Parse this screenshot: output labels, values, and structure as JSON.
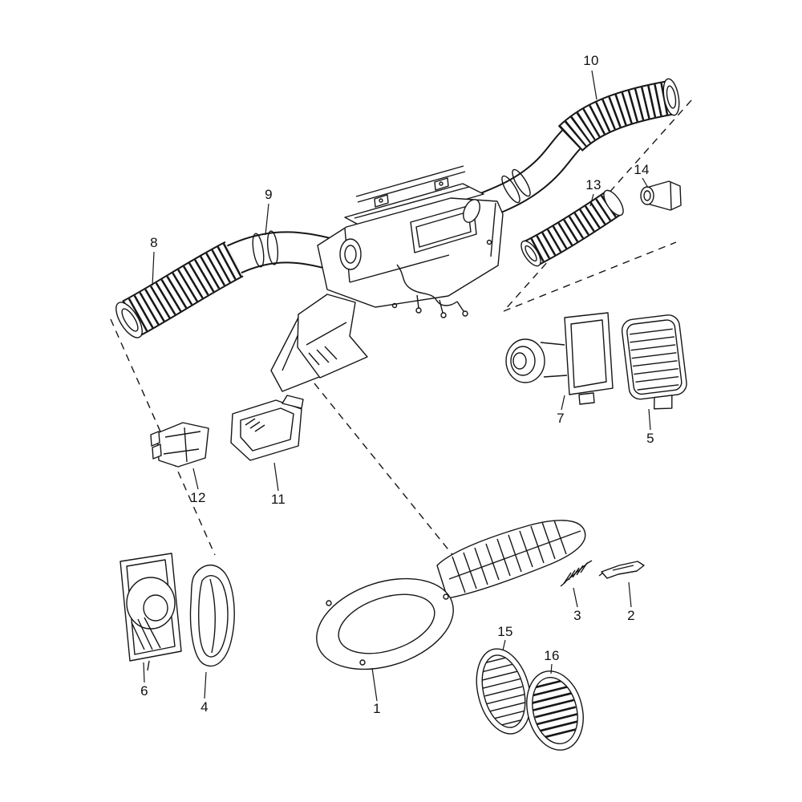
{
  "diagram": {
    "kind": "exploded-parts-diagram",
    "background_color": "#ffffff",
    "line_color": "#161616"
  },
  "parts": [
    {
      "num": "1"
    },
    {
      "num": "2"
    },
    {
      "num": "3"
    },
    {
      "num": "4"
    },
    {
      "num": "5"
    },
    {
      "num": "6"
    },
    {
      "num": "7"
    },
    {
      "num": "8"
    },
    {
      "num": "9"
    },
    {
      "num": "10"
    },
    {
      "num": "11"
    },
    {
      "num": "12"
    },
    {
      "num": "13"
    },
    {
      "num": "14"
    },
    {
      "num": "15"
    },
    {
      "num": "16"
    }
  ]
}
